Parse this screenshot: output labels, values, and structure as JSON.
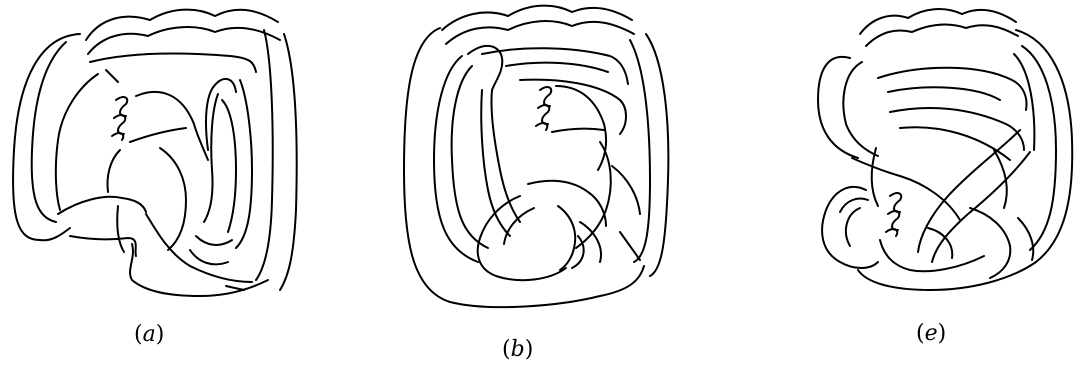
{
  "diagrams": [
    {
      "id": "a",
      "caption_open": "(",
      "caption_letter": "a",
      "caption_close": ")"
    },
    {
      "id": "b",
      "caption_open": "(",
      "caption_letter": "b",
      "caption_close": ")"
    },
    {
      "id": "e",
      "caption_open": "(",
      "caption_letter": "e",
      "caption_close": ")"
    }
  ],
  "colors": {
    "stroke": "#000000",
    "background": "#ffffff"
  }
}
